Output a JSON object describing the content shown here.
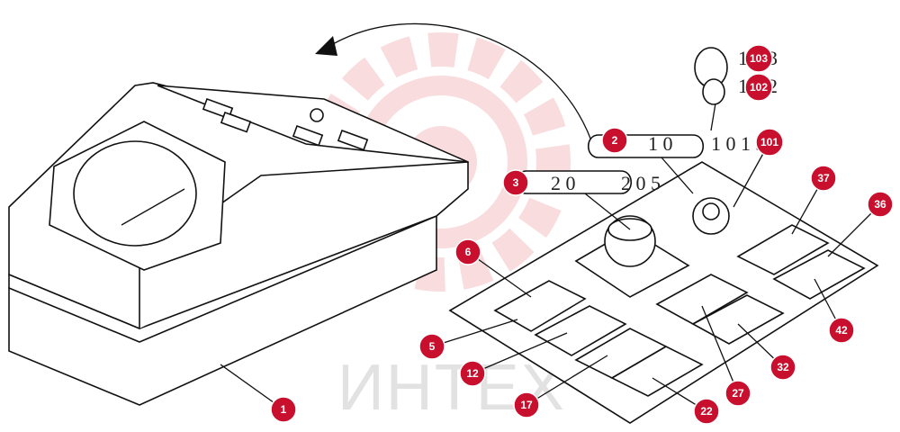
{
  "watermark_text": "ИНТЕХ",
  "part_labels": [
    "1",
    "2",
    "3",
    "5",
    "6",
    "12",
    "17",
    "22",
    "27",
    "32",
    "36",
    "37",
    "42",
    "101",
    "102",
    "103"
  ],
  "code_texts": {
    "key_code": "1 0",
    "lock_code": "1 0 1 3",
    "knob_code": "2 0",
    "knob_code_trail": "2 0 5",
    "ring_code": "1 1 3",
    "ring_code2": "1 1 2"
  },
  "colors": {
    "callout": "#c8102e",
    "watermark": "#f3c0c4",
    "line": "#111111"
  }
}
